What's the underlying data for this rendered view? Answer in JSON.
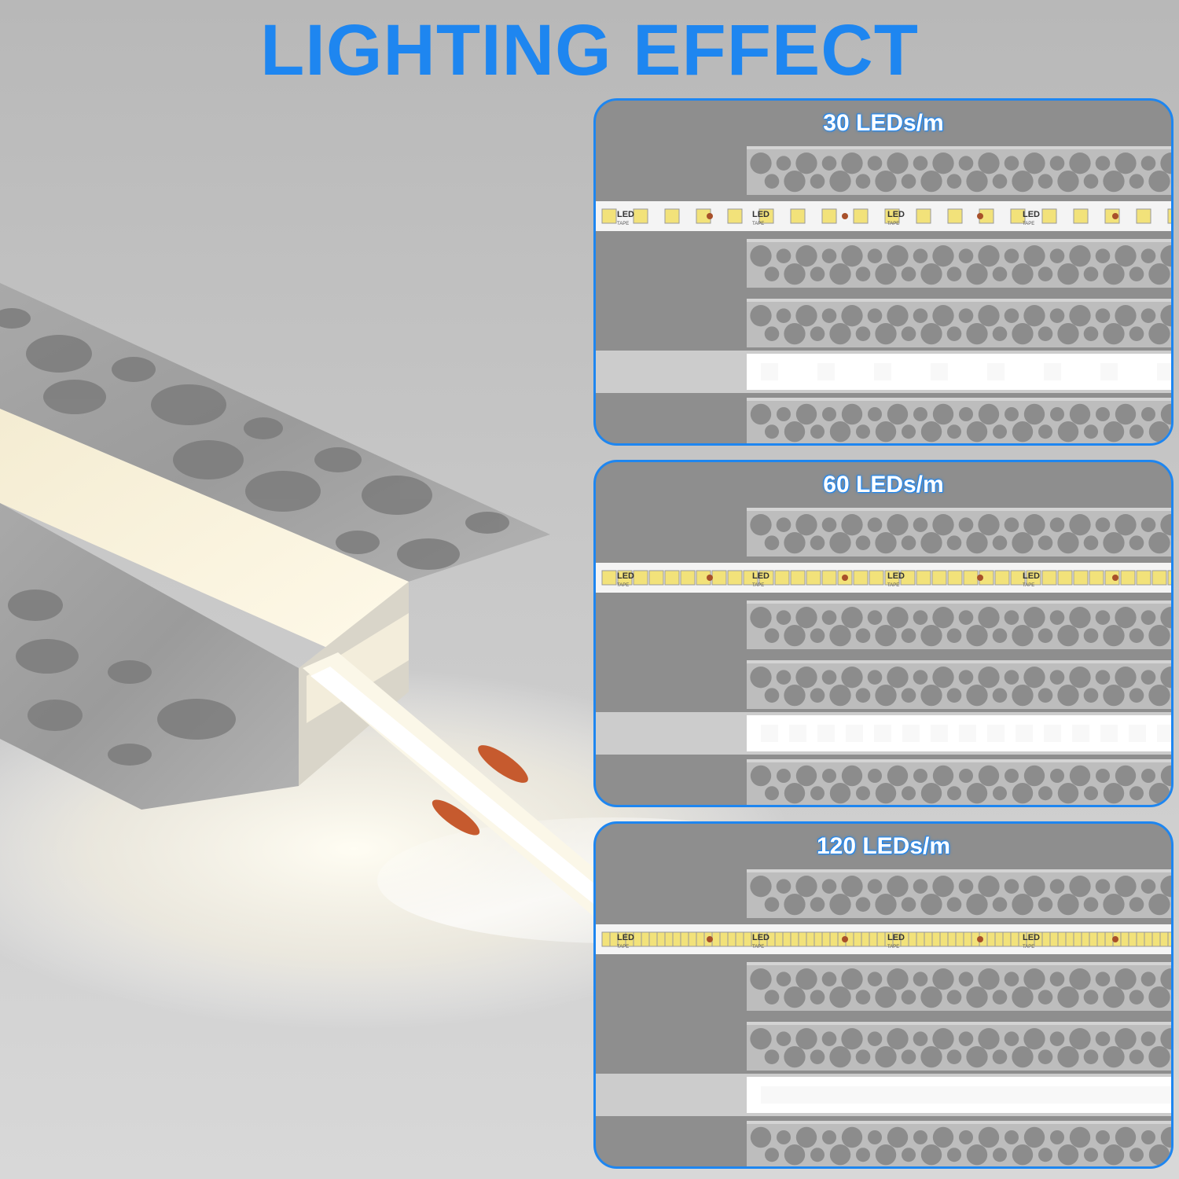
{
  "heading": "LIGHTING EFFECT",
  "panels": [
    {
      "label": "30 LEDs/m",
      "leds_per_m": 30,
      "strip_text": "LED",
      "strip_subtext": "TAPE"
    },
    {
      "label": "60 LEDs/m",
      "leds_per_m": 60,
      "strip_text": "LED",
      "strip_subtext": "TAPE"
    },
    {
      "label": "120 LEDs/m",
      "leds_per_m": 120,
      "strip_text": "LED",
      "strip_subtext": "TAPE"
    }
  ],
  "colors": {
    "accent": "#1e86f0",
    "profile": "#b4b4b4",
    "glow": "#ffffff",
    "led": "#f2e27a",
    "cut": "#a8502a"
  }
}
